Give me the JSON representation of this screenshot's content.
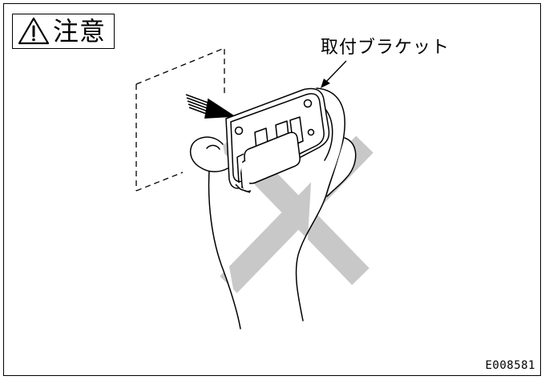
{
  "caution": {
    "label": "注意",
    "icon": "warning-triangle-icon"
  },
  "bracket_label": "取付ブラケット",
  "figure_code": "E008581",
  "colors": {
    "line": "#000000",
    "cross": "#c8c8c8",
    "background": "#ffffff"
  },
  "illustration": {
    "subject": [
      "hand-icon",
      "mounting-bracket-icon",
      "wall-outline-icon",
      "push-arrow-icon",
      "prohibited-cross-icon"
    ]
  }
}
